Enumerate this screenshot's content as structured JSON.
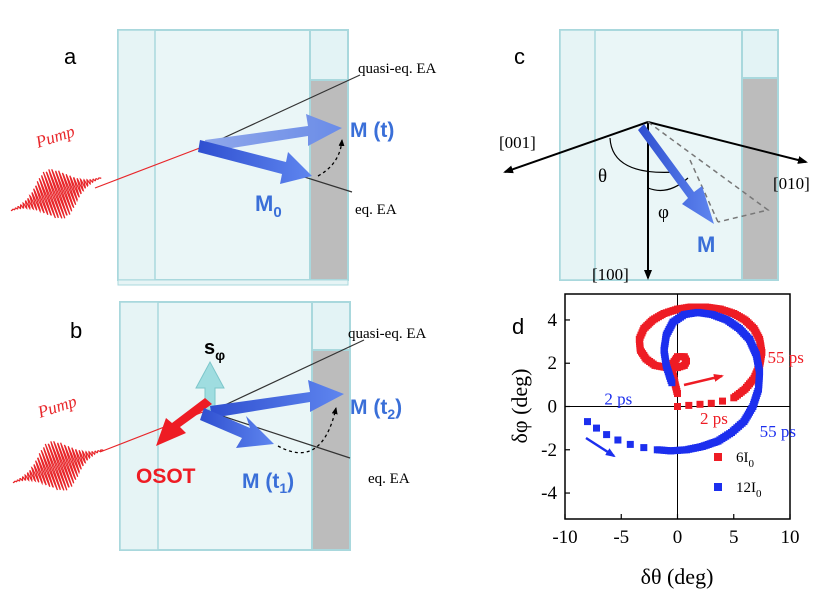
{
  "panels": {
    "a": {
      "label": "a",
      "pump": "Pump",
      "m_t": "M (t)",
      "m0_main": "M",
      "m0_sub": "0",
      "quasi_eq": "quasi-eq. EA",
      "eq": "eq. EA"
    },
    "b": {
      "label": "b",
      "pump": "Pump",
      "s_main": "s",
      "s_sub": "φ",
      "m_t2_main": "M (t",
      "m_t2_sub": "2",
      "m_t2_close": ")",
      "m_t1_main": "M (t",
      "m_t1_sub": "1",
      "m_t1_close": ")",
      "osot": "OSOT",
      "quasi_eq": "quasi-eq. EA",
      "eq": "eq. EA"
    },
    "c": {
      "label": "c",
      "axis_001": "[001]",
      "axis_010": "[010]",
      "axis_100": "[100]",
      "theta": "θ",
      "phi": "φ",
      "m": "M"
    },
    "d": {
      "label": "d"
    }
  },
  "colors": {
    "pump_red": "#e8262a",
    "arrow_blue": "#3a5fd8",
    "label_blue": "#3a6fd8",
    "slab_edge": "#a9d8dd",
    "slab_face": "#e9f6f7",
    "slab_side": "#a8a8a8",
    "series_6I0": "#ee1c24",
    "series_12I0": "#1c2fee"
  },
  "chart_data": {
    "type": "scatter",
    "xlabel": "δθ (deg)",
    "ylabel": "δφ (deg)",
    "xlim": [
      -10,
      10
    ],
    "ylim": [
      -5.2,
      5.2
    ],
    "xticks": [
      -10,
      -5,
      0,
      5,
      10
    ],
    "yticks": [
      -4,
      -2,
      0,
      2,
      4
    ],
    "grid": false,
    "legend_position": "bottom-right",
    "series": [
      {
        "name": "6I",
        "name_sub": "0",
        "color": "#ee1c24",
        "x": [
          0,
          1,
          2,
          3,
          4,
          5,
          6,
          6.8,
          7.3,
          7.5,
          7.3,
          6.8,
          6.0,
          5.0,
          3.8,
          2.5,
          1.2,
          0.0,
          -1.2,
          -2.2,
          -3.0,
          -3.4,
          -3.3,
          -2.8,
          -2.0,
          -1.0,
          0.0,
          0.6,
          0.8,
          0.6,
          0.0,
          -0.4,
          -0.4,
          -0.2,
          0.0
        ],
        "y": [
          0,
          0.05,
          0.1,
          0.15,
          0.25,
          0.4,
          0.8,
          1.3,
          1.9,
          2.5,
          3.1,
          3.6,
          4.0,
          4.3,
          4.5,
          4.6,
          4.6,
          4.5,
          4.3,
          4.0,
          3.6,
          3.1,
          2.6,
          2.2,
          1.9,
          1.8,
          1.8,
          1.9,
          2.1,
          2.3,
          2.3,
          2.0,
          1.5,
          1.0,
          0.6
        ]
      },
      {
        "name": "12I",
        "name_sub": "0",
        "color": "#1c2fee",
        "x": [
          -8.0,
          -7.2,
          -6.3,
          -5.3,
          -4.2,
          -3.0,
          -1.8,
          -0.6,
          0.8,
          2.2,
          3.6,
          4.8,
          5.9,
          6.7,
          7.2,
          7.3,
          7.0,
          6.4,
          5.5,
          4.4,
          3.1,
          1.8,
          0.6,
          -0.4,
          -1.0,
          -1.2,
          -1.0,
          -0.7,
          -0.5
        ],
        "y": [
          -0.7,
          -1.0,
          -1.3,
          -1.55,
          -1.75,
          -1.9,
          -2.0,
          -2.05,
          -2.0,
          -1.85,
          -1.6,
          -1.2,
          -0.7,
          0.0,
          0.8,
          1.6,
          2.4,
          3.1,
          3.6,
          4.0,
          4.25,
          4.35,
          4.25,
          3.9,
          3.3,
          2.6,
          1.9,
          1.4,
          1.1
        ]
      }
    ],
    "annotations": [
      {
        "text": "55 ps",
        "series": "6I0",
        "x": 8.0,
        "y": 2.0
      },
      {
        "text": "2 ps",
        "series": "6I0",
        "x": 2.0,
        "y": -0.8
      },
      {
        "text": "2 ps",
        "series": "12I0",
        "x": -6.5,
        "y": 0.1
      },
      {
        "text": "55 ps",
        "series": "12I0",
        "x": 7.3,
        "y": -1.4
      }
    ]
  }
}
